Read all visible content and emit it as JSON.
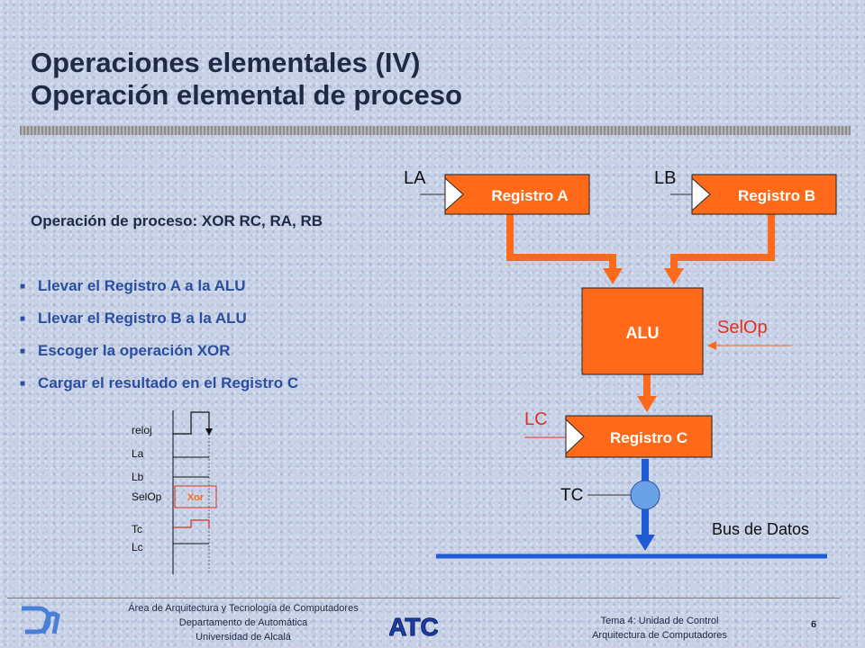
{
  "title": {
    "line1": "Operaciones elementales (IV)",
    "line2": "Operación elemental de proceso"
  },
  "process": {
    "heading": "Operación de proceso: XOR RC, RA, RB",
    "steps": [
      "Llevar el Registro A a la ALU",
      "Llevar el Registro B a la ALU",
      "Escoger la operación XOR",
      "Cargar el resultado en el Registro C"
    ]
  },
  "diagram": {
    "registro_a": "Registro A",
    "registro_b": "Registro B",
    "registro_c": "Registro C",
    "alu": "ALU",
    "la": "LA",
    "lb": "LB",
    "lc": "LC",
    "selop": "SelOp",
    "tc": "TC",
    "bus": "Bus de Datos",
    "colors": {
      "block": "#ff6a1a",
      "bus": "#1f5bd6",
      "control_red": "#e0301e"
    }
  },
  "timing": {
    "signals": [
      "reloj",
      "La",
      "Lb",
      "SelOp",
      "Tc",
      "Lc"
    ],
    "op_label": "Xor"
  },
  "footer": {
    "left_line1": "Área de Arquitectura y Tecnología de Computadores",
    "left_line2": "Departamento de Automática",
    "left_line3": "Universidad de Alcalá",
    "right_line1": "Tema 4: Unidad de Control",
    "right_line2": "Arquitectura de Computadores",
    "page": "6",
    "logo_text": "ATC"
  }
}
